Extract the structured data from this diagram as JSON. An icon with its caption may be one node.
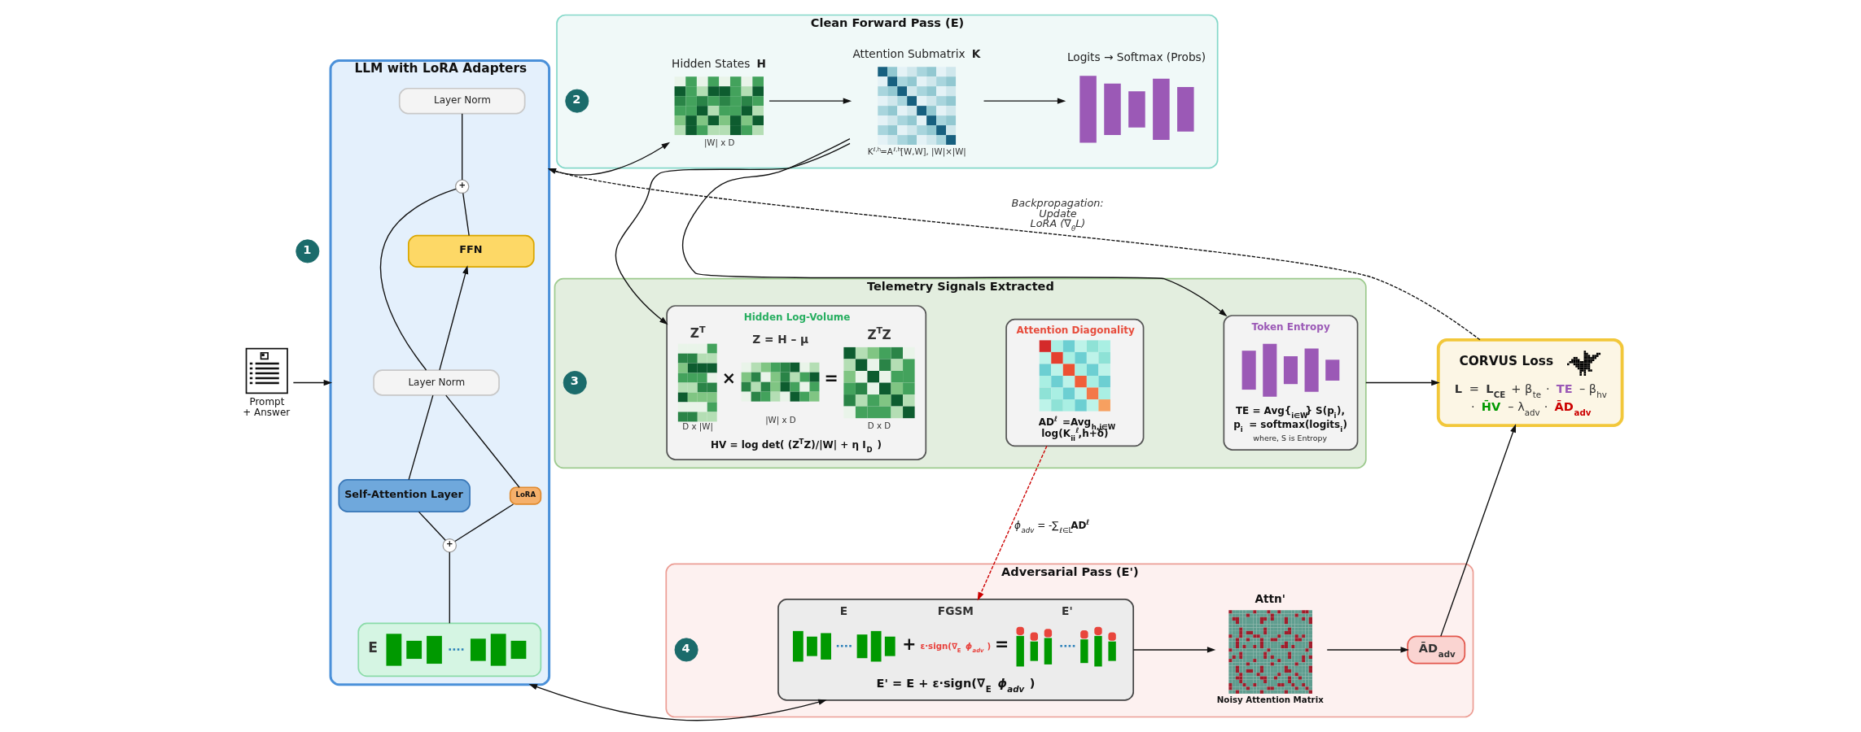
{
  "diagram": {
    "nodes": [
      {
        "text": [],
        "shape": "picture",
        "beside": [
          "Prompt + Answer"
        ]
      },
      {
        "text": [
          "1"
        ]
      },
      {
        "text": [
          "LLM with LoRA Adapters"
        ]
      },
      {
        "text": [
          "Layer Norm"
        ],
        "in": 2
      },
      {
        "text": [
          "+"
        ],
        "in": 2
      },
      {
        "text": [
          "FFN"
        ],
        "in": 2
      },
      {
        "text": [
          "Layer Norm"
        ],
        "in": 2
      },
      {
        "text": [
          "Self-Attention Layer"
        ],
        "in": 2
      },
      {
        "text": [
          "LoRA"
        ],
        "in": 2
      },
      {
        "text": [
          "+"
        ],
        "in": 2
      },
      {
        "text": [
          "E"
        ],
        "in": 2
      },
      {
        "text": [
          "Clean Forward Pass (E)"
        ]
      },
      {
        "text": [
          "2"
        ],
        "in": 11
      },
      {
        "text": [
          "Hidden States **H**"
        ],
        "beside": [
          "|W| x D"
        ],
        "in": 11
      },
      {
        "text": [
          "Attention Submatrix **K**"
        ],
        "beside": [
          "K$^{ℓ,h}$=A$^{ℓ,h}$[W,W], |W|×|W|"
        ],
        "in": 11
      },
      {
        "text": [
          "Logits → Softmax (Probs)"
        ],
        "in": 11
      },
      {
        "text": [
          "Telemetry Signals Extracted"
        ]
      },
      {
        "text": [
          "3"
        ],
        "in": 16
      },
      {
        "text": [
          "Hidden Log-Volume",
          "Z$^{T}$",
          "D x |W|",
          "×",
          "Z = H – μ",
          "|W| x D",
          "=",
          "Z$^{T}$Z",
          "D x D",
          "HV = log det( (Z$^{T}$Z)/|W| + η I$_{D}$ )"
        ],
        "in": 16
      },
      {
        "text": [
          "Attention Diagonality",
          "AD$^{ℓ}$ =Avg$_{h,i∈W}$ log(K$_{ii}$$^{ℓ}$,h+δ)"
        ],
        "in": 16
      },
      {
        "text": [
          "Token Entropy",
          "TE = Avg{$_{i∈W}$} S(p$_{i}$), p$_{i}$ = softmax(logits$_{i}$)",
          "where, S is Entropy"
        ],
        "in": 16
      },
      {
        "text": [
          "Adversarial Pass (E')"
        ]
      },
      {
        "text": [
          "4"
        ],
        "in": 21
      },
      {
        "text": [
          "E",
          "FGSM",
          "E'",
          "+",
          "ε·sign(∇$_{E}$ *ϕ$_{adv}$* )",
          "=",
          "E' = E + ε·sign(∇$_{E}$ *ϕ$_{adv}$* )"
        ],
        "in": 21
      },
      {
        "text": [
          "Attn'"
        ],
        "beside": [
          "Noisy Attention Matrix"
        ],
        "in": 21
      },
      {
        "text": [
          "ĀD$_{adv}$"
        ],
        "in": 21
      },
      {
        "text": [
          "CORVUS Loss",
          "**L** = **L$_{CE}$** + β$_{te}$ · **TE** – β$_{hv}$ · **H̄V** – λ$_{adv}$ · **ĀD$_{adv}$**"
        ]
      }
    ],
    "edges": [
      {
        "from": 0,
        "to": 2,
        "arrow": "to"
      },
      {
        "from": 10,
        "to": 9,
        "arrow": "none"
      },
      {
        "from": 9,
        "to": 7,
        "arrow": "none"
      },
      {
        "from": 7,
        "to": 6,
        "arrow": "none"
      },
      {
        "from": 6,
        "to": 5,
        "arrow": "to"
      },
      {
        "from": 5,
        "to": 4,
        "arrow": "none"
      },
      {
        "from": 4,
        "to": 3,
        "arrow": "none"
      },
      {
        "from": 9,
        "to": 8,
        "arrow": "none"
      },
      {
        "from": 8,
        "to": 6,
        "arrow": "none"
      },
      {
        "from": 6,
        "to": 4,
        "arrow": "none"
      },
      {
        "from": 2,
        "to": 13,
        "arrow": "to"
      },
      {
        "from": 13,
        "to": 14,
        "arrow": "to"
      },
      {
        "from": 14,
        "to": 15,
        "arrow": "to"
      },
      {
        "from": 14,
        "to": 18,
        "arrow": "to"
      },
      {
        "from": 14,
        "to": 20,
        "arrow": "to"
      },
      {
        "from": 19,
        "to": 23,
        "arrow": "to",
        "label": "*ϕ$_{adv}$* = -∑$_{ℓ∈L}$**AD$^{ℓ}$**",
        "style": "dashed",
        "color": "#cc0000"
      },
      {
        "from": 2,
        "to": 23,
        "arrow": "both"
      },
      {
        "from": 23,
        "to": 24,
        "arrow": "to"
      },
      {
        "from": 24,
        "to": 25,
        "arrow": "to"
      },
      {
        "from": 25,
        "to": 26,
        "arrow": "to"
      },
      {
        "from": 16,
        "to": 26,
        "arrow": "to"
      },
      {
        "from": 26,
        "to": 2,
        "arrow": "to",
        "label": "Backpropagation: Update LoRA (∇$_{θ}$L)",
        "style": "dashed"
      }
    ]
  }
}
